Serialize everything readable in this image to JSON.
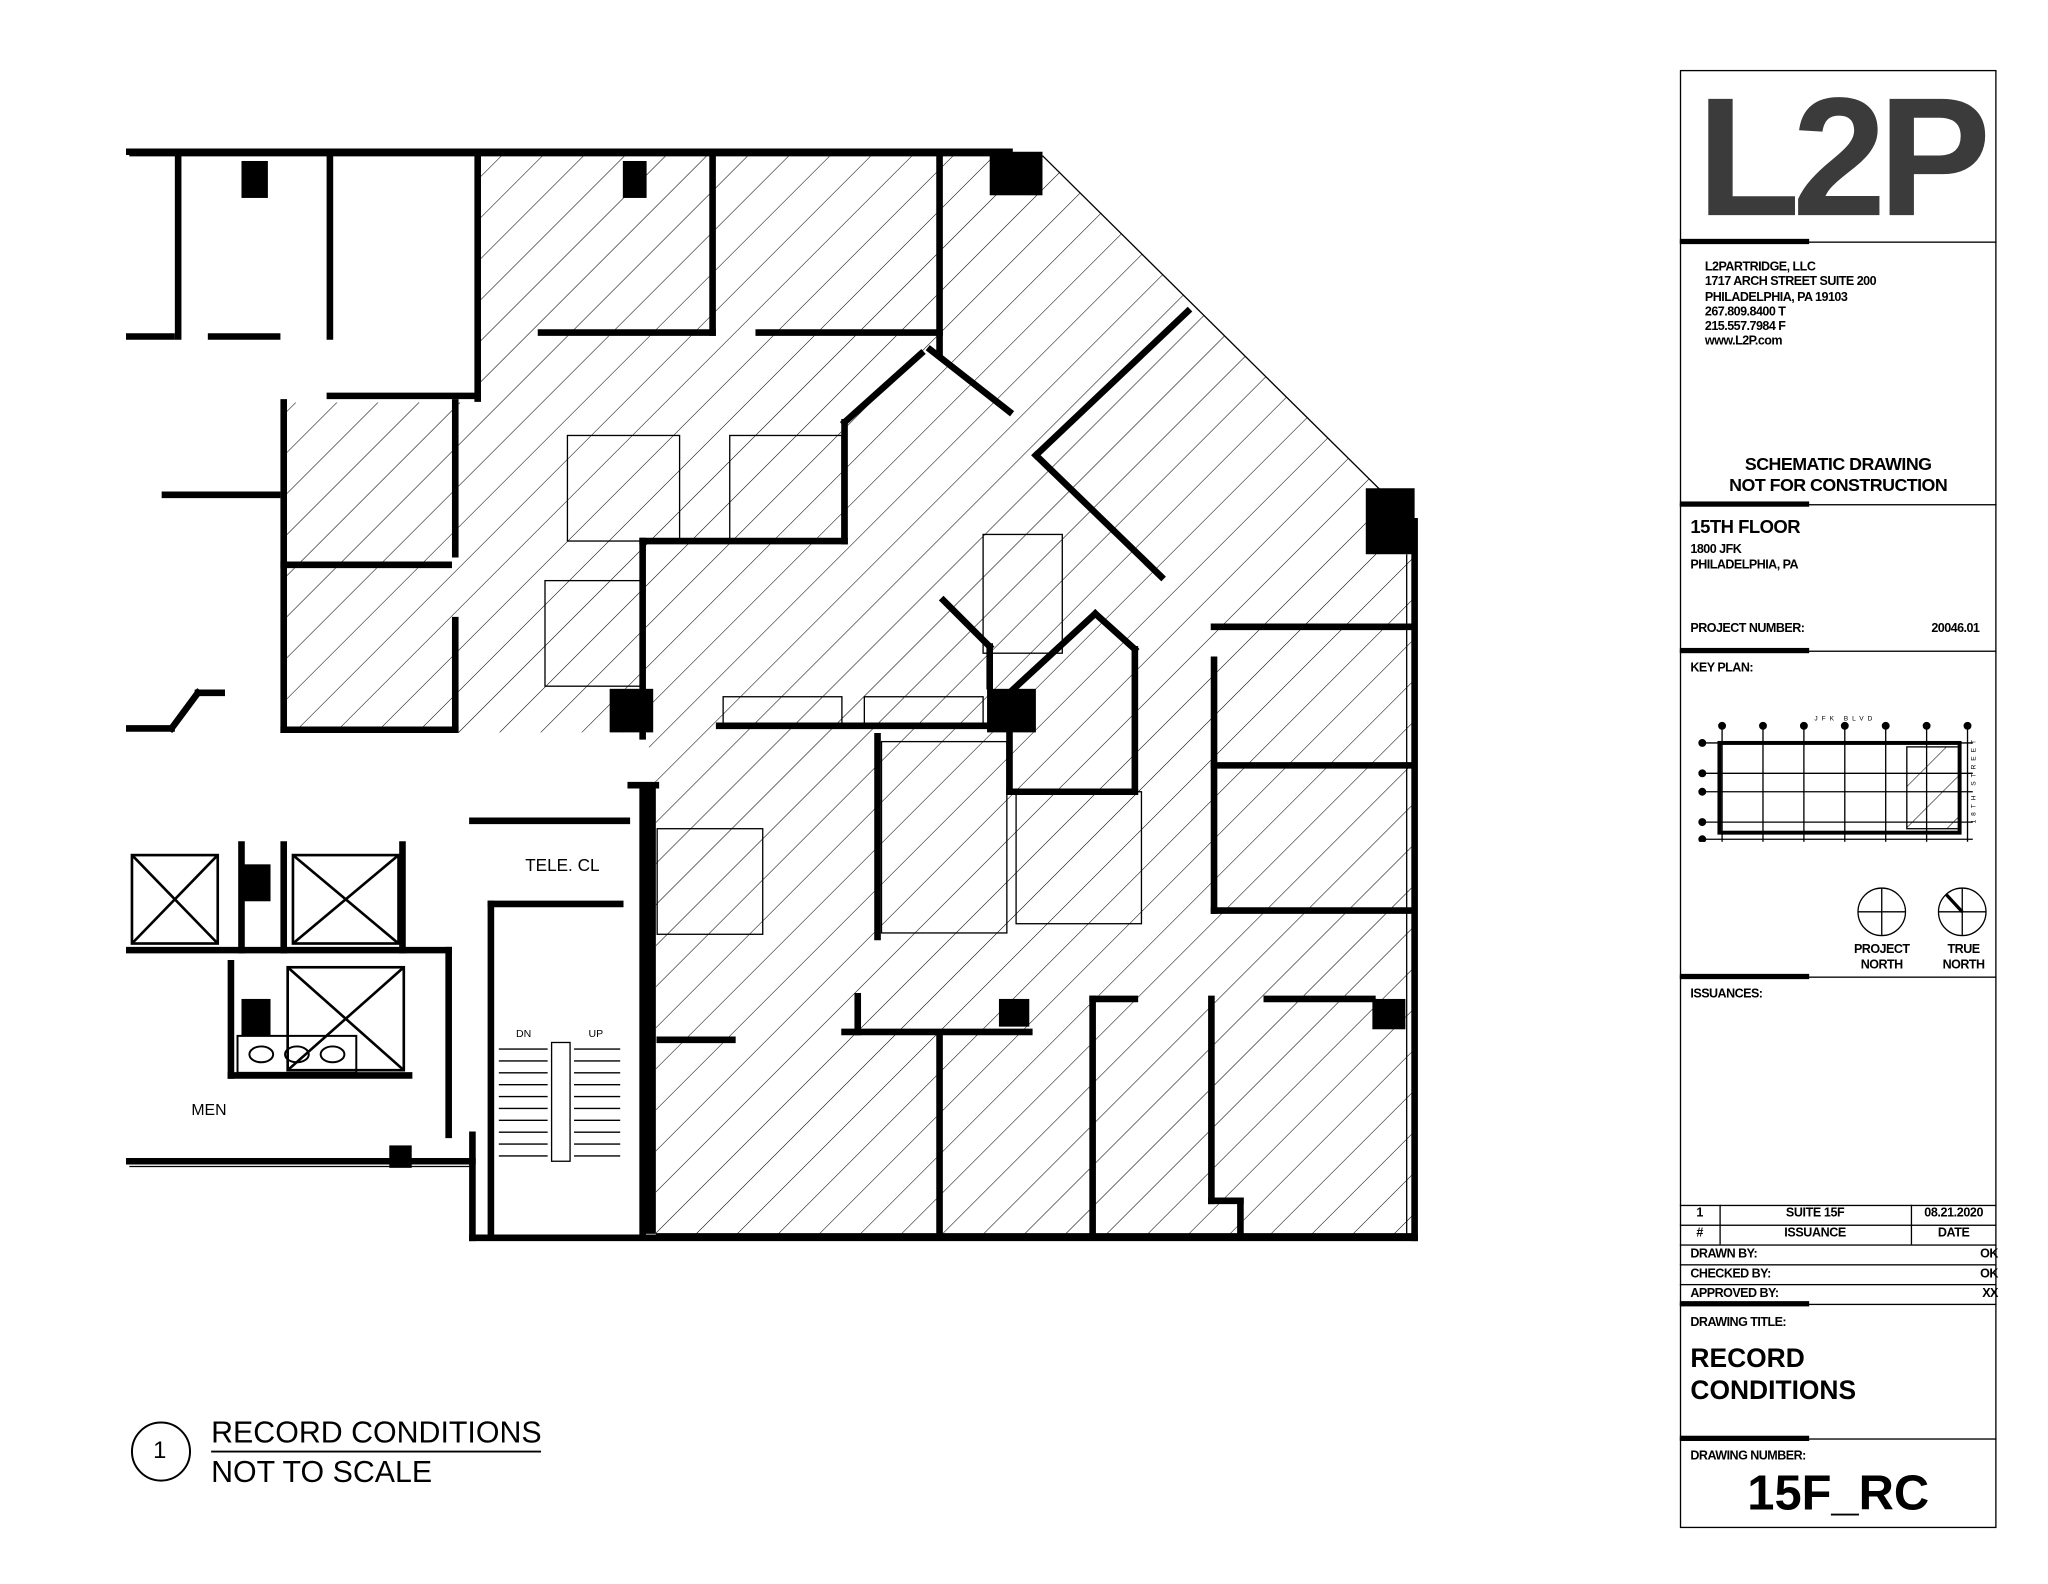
{
  "plan": {
    "labels": {
      "tele_closet": "TELE. CL",
      "men": "MEN",
      "stair_down": "DN",
      "stair_up": "UP"
    },
    "hatch_color": "#000000"
  },
  "caption": {
    "number": "1",
    "title": "RECORD CONDITIONS",
    "subtitle": "NOT TO SCALE"
  },
  "title_block": {
    "logo": "L2P",
    "logo_color": "#3b3b3b",
    "firm": [
      "L2PARTRIDGE, LLC",
      "1717 ARCH STREET SUITE 200",
      "PHILADELPHIA, PA 19103",
      "267.809.8400 T",
      "215.557.7984 F",
      "www.L2P.com"
    ],
    "notice": [
      "SCHEMATIC DRAWING",
      "NOT FOR CONSTRUCTION"
    ],
    "project": {
      "name": "15TH FLOOR",
      "address": [
        "1800 JFK",
        "PHILADELPHIA, PA"
      ],
      "number_label": "PROJECT NUMBER:",
      "number": "20046.01"
    },
    "key_plan": {
      "label": "KEY PLAN:",
      "street_top": "JFK BLVD",
      "street_right": "18TH STREET"
    },
    "north": {
      "project": [
        "PROJECT",
        "NORTH"
      ],
      "true": [
        "TRUE",
        "NORTH"
      ]
    },
    "issuances": {
      "label": "ISSUANCES:",
      "rows": [
        {
          "num": "1",
          "issuance": "SUITE 15F",
          "date": "08.21.2020"
        }
      ],
      "header": {
        "num": "#",
        "issuance": "ISSUANCE",
        "date": "DATE"
      }
    },
    "sign_off": [
      {
        "label": "DRAWN BY:",
        "value": "OK"
      },
      {
        "label": "CHECKED BY:",
        "value": "OK"
      },
      {
        "label": "APPROVED BY:",
        "value": "XX"
      }
    ],
    "drawing_title_label": "DRAWING TITLE:",
    "drawing_title": [
      "RECORD",
      "CONDITIONS"
    ],
    "drawing_number_label": "DRAWING NUMBER:",
    "drawing_number": "15F_RC"
  }
}
